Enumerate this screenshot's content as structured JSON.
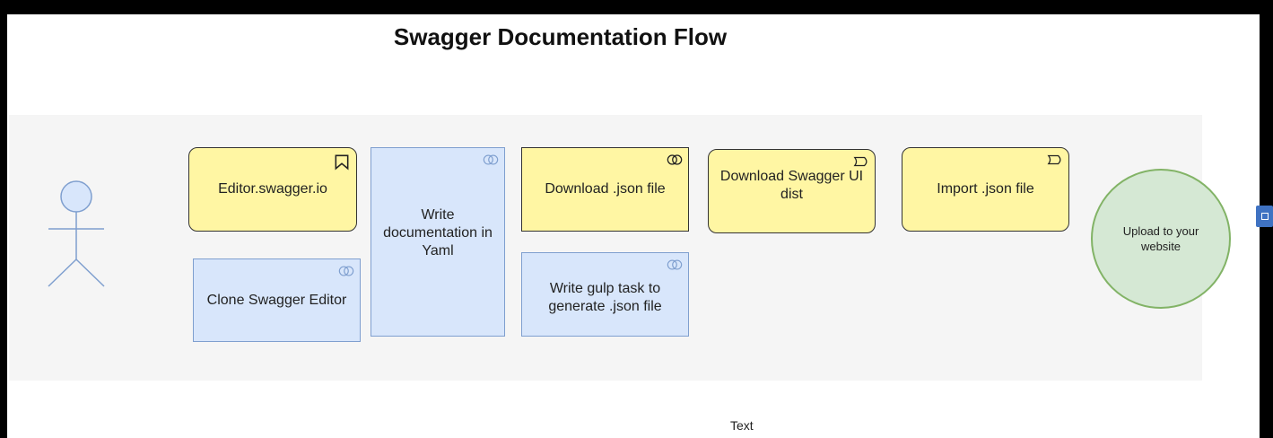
{
  "title": "Swagger Documentation Flow",
  "nodes": {
    "editor_swagger": "Editor.swagger.io",
    "clone_editor": "Clone Swagger Editor",
    "write_yaml": "Write documentation in Yaml",
    "download_json": "Download .json file",
    "write_gulp": "Write gulp task to generate .json file",
    "download_swagger_ui": "Download Swagger UI dist",
    "import_json": "Import .json file",
    "upload_website": "Upload to your website"
  },
  "footer_text": "Text",
  "colors": {
    "yellow_fill": "#fff6a3",
    "blue_fill": "#d8e6fb",
    "blue_stroke": "#7f9fcf",
    "green_fill": "#d5e8d4",
    "green_stroke": "#82b366",
    "lane_fill": "#f5f5f5"
  },
  "icons": [
    "bookmark-icon",
    "interaction-icon",
    "event-icon",
    "actor-icon"
  ]
}
